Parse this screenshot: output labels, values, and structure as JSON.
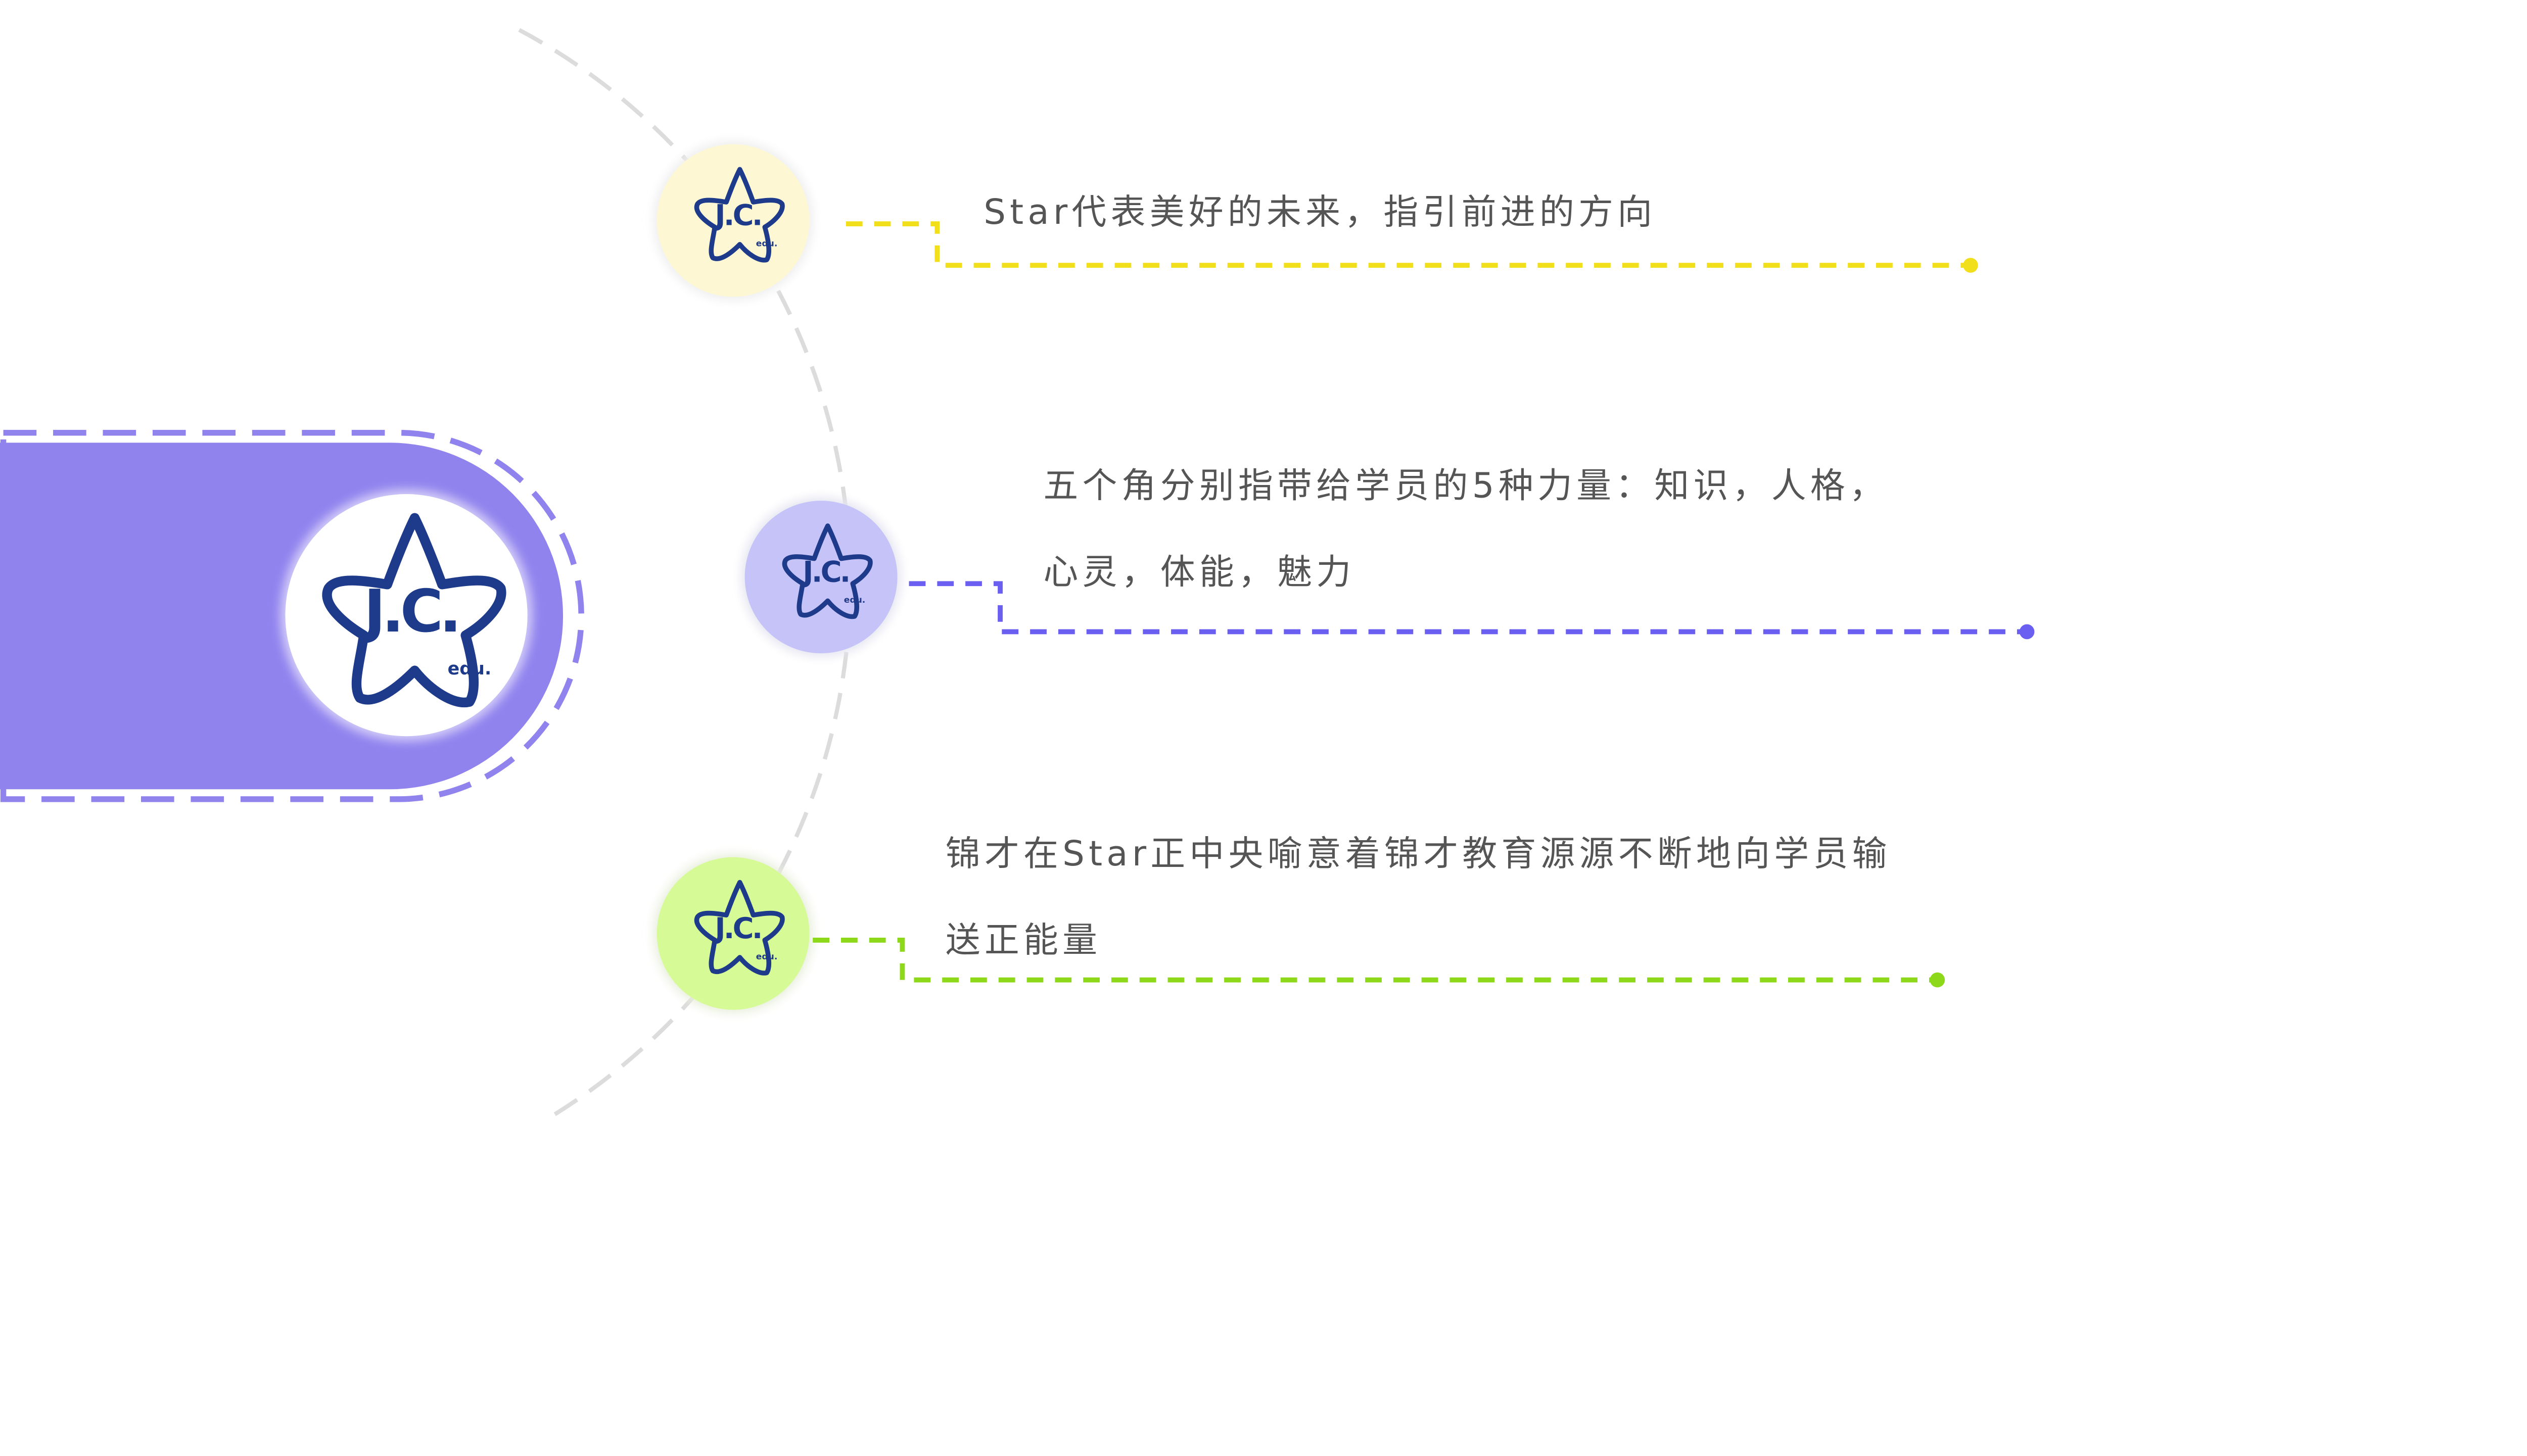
{
  "center_logo": {
    "text": "J.C.",
    "sub": "edu."
  },
  "colors": {
    "pill": "#9183ee",
    "yellow": "#f2df1c",
    "purple": "#6a5ff0",
    "green": "#8ed81a",
    "arc": "#dcdcdc",
    "logo": "#1e3a8a"
  },
  "items": [
    {
      "lines": [
        "Star代表美好的未来，指引前进的方向"
      ],
      "circle_color": "#fdf8d3",
      "line_color": "#f2df1c"
    },
    {
      "lines": [
        "五个角分别指带给学员的5种力量：知识，人格，",
        "心灵，体能，魅力"
      ],
      "circle_color": "#c6c3f8",
      "line_color": "#6a5ff0"
    },
    {
      "lines": [
        "锦才在Star正中央喻意着锦才教育源源不断地向学员输",
        "送正能量"
      ],
      "circle_color": "#d6fa96",
      "line_color": "#8ed81a"
    }
  ]
}
